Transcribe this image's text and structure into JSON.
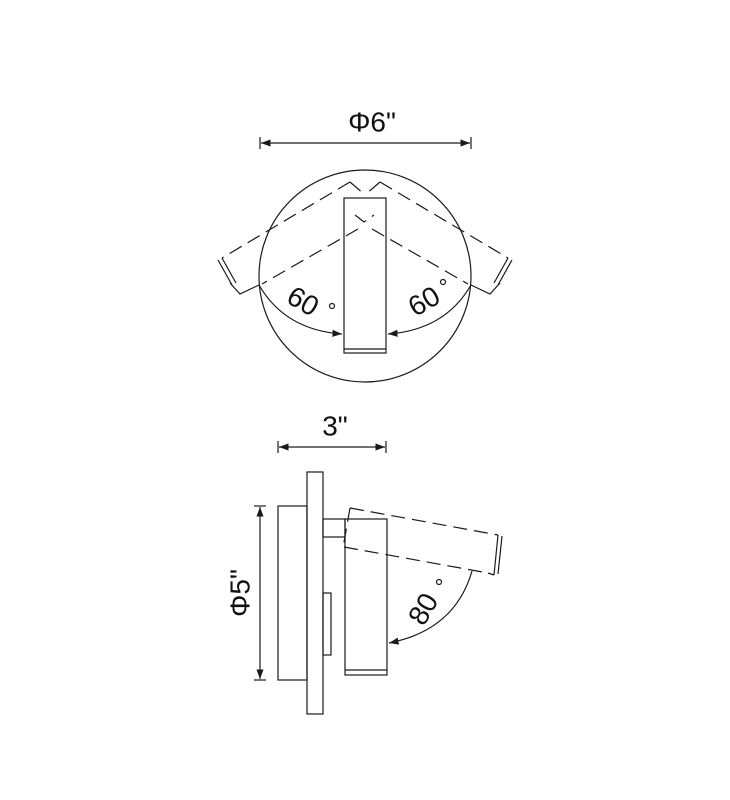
{
  "top_view": {
    "diameter_label": "Φ6\"",
    "left_angle_label": "60",
    "right_angle_label": "60"
  },
  "side_view": {
    "depth_label": "3\"",
    "diameter_label": "Φ5\"",
    "tilt_angle_label": "80"
  },
  "colors": {
    "line": "#1a1a1a",
    "background": "#ffffff"
  }
}
